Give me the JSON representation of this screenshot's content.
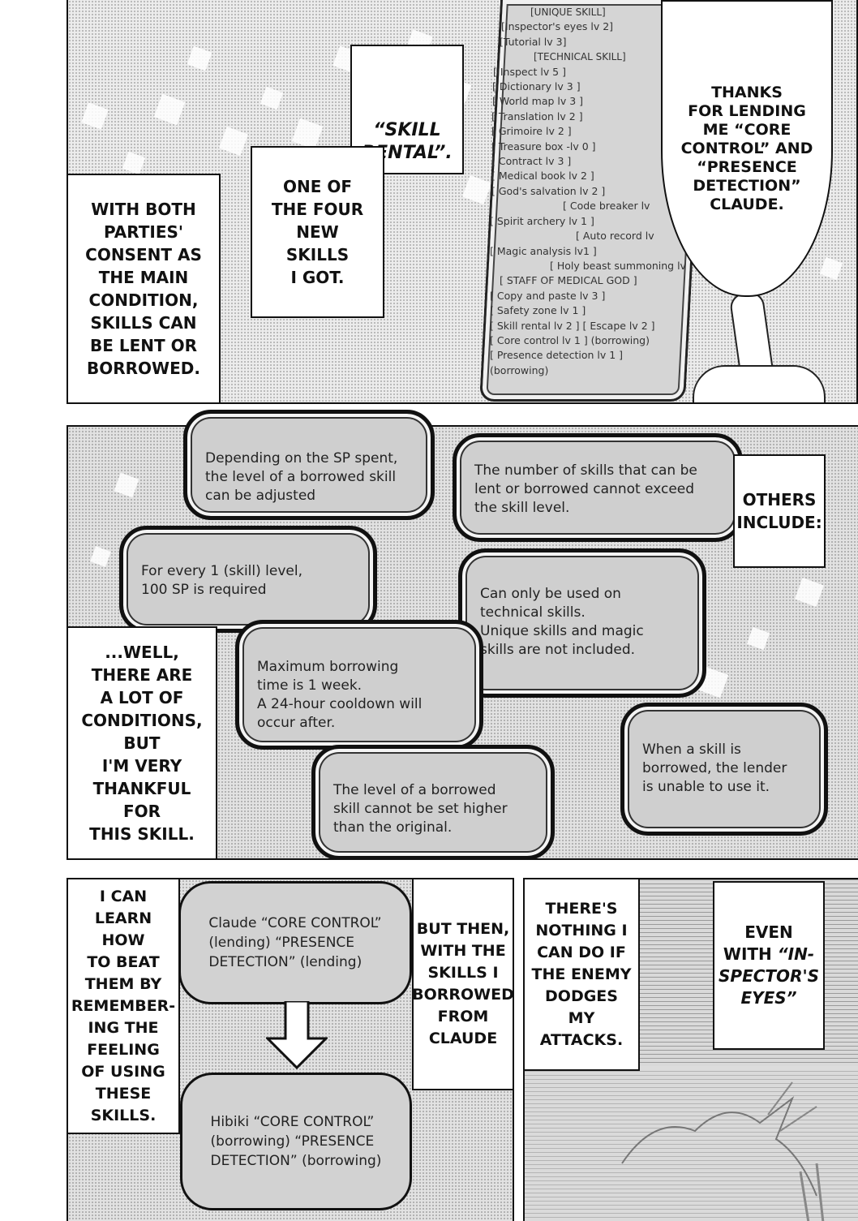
{
  "top_panel": {
    "narration_left": "WITH BOTH\nPARTIES'\nCONSENT AS\nTHE MAIN\nCONDITION,\nSKILLS CAN\nBE LENT OR\nBORROWED.",
    "skill_name": "“SKILL\nRENTAL”.",
    "narration_mid": "ONE OF\nTHE FOUR\nNEW\nSKILLS\nI GOT.",
    "speech_bubble": "THANKS\nFOR LENDING\nME “CORE\nCONTROL” AND\n“PRESENCE\nDETECTION”\nCLAUDE.",
    "status_screen": [
      "[UNIQUE SKILL]",
      "[Inspector's eyes lv 2]",
      "[Tutorial lv 3]",
      "[TECHNICAL SKILL]",
      "[ Inspect lv 5 ]",
      "[ Dictionary lv 3 ]",
      "[ World map lv 3 ]",
      "[ Translation lv 2 ]",
      "[ Grimoire lv 2 ]",
      "[ Treasure box -lv 0 ]",
      "[ Contract lv 3 ]",
      "[ Medical book lv 2 ]",
      "[ God's salvation lv 2 ]",
      "[ Code breaker lv",
      "[ Spirit archery lv 1 ]",
      "[ Auto record lv",
      "[ Magic analysis lv1 ]",
      "[ Holy beast summoning lv",
      "[ STAFF OF MEDICAL GOD ]",
      "[ Copy and paste lv 3 ]",
      "[ Safety zone lv 1 ]",
      "[ Skill rental lv 2 ] [ Escape lv 2 ]",
      "[ Core control lv 1 ] (borrowing)",
      "[ Presence detection lv 1 ]",
      "(borrowing)"
    ]
  },
  "middle_panel": {
    "conditions": [
      "Depending on the SP spent,\nthe level of a borrowed skill\ncan be adjusted",
      "The number of skills that can be\nlent or borrowed cannot exceed\nthe skill level.",
      "For every 1 (skill) level,\n100 SP is required",
      "Can only be used on\ntechnical skills.\n   Unique skills and magic\nskills are not included.",
      "Maximum borrowing\ntime is 1 week.\n   A 24-hour cooldown will\noccur after.",
      "When a skill is\nborrowed, the lender\nis unable to use it.",
      "The level of a borrowed\nskill cannot be set higher\nthan the original."
    ],
    "narration_others": "OTHERS\nINCLUDE:",
    "narration_left": "...WELL,\nTHERE ARE\nA LOT OF\nCONDITIONS,\nBUT\nI'M VERY\nTHANKFUL\nFOR\nTHIS SKILL."
  },
  "bottom_left_panel": {
    "narration_left": "I CAN\nLEARN HOW\nTO BEAT\nTHEM BY\nREMEMBER-\nING THE\nFEELING\nOF USING\nTHESE\nSKILLS.",
    "flow_top": "Claude “CORE CONTROL”\n(lending) “PRESENCE\nDETECTION” (lending)",
    "flow_bottom": "Hibiki “CORE CONTROL”\n(borrowing) “PRESENCE\nDETECTION” (borrowing)",
    "narration_right": "BUT THEN,\nWITH THE\nSKILLS I\nBORROWED\nFROM\nCLAUDE"
  },
  "bottom_right_panel": {
    "narration_left": "THERE'S\nNOTHING I\nCAN DO IF\nTHE ENEMY\nDODGES MY\nATTACKS.",
    "narration_right_prefix": "EVEN\nWITH ",
    "narration_right_em": "“IN-\nSPECTOR'S\nEYES”"
  }
}
